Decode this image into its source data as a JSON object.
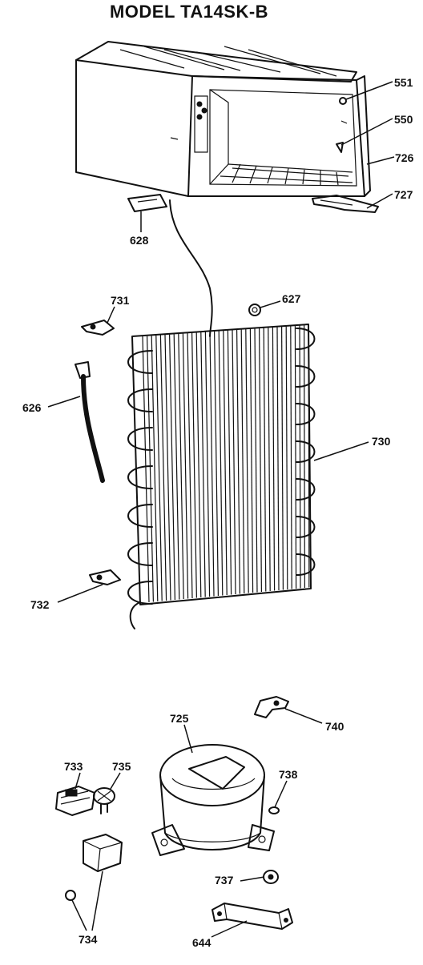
{
  "title": "MODEL TA14SK-B",
  "labels": {
    "p551": "551",
    "p550": "550",
    "p726": "726",
    "p727": "727",
    "p628": "628",
    "p731": "731",
    "p627": "627",
    "p626": "626",
    "p730": "730",
    "p732": "732",
    "p740": "740",
    "p725": "725",
    "p733": "733",
    "p735": "735",
    "p738": "738",
    "p737": "737",
    "p734": "734",
    "p644": "644"
  }
}
